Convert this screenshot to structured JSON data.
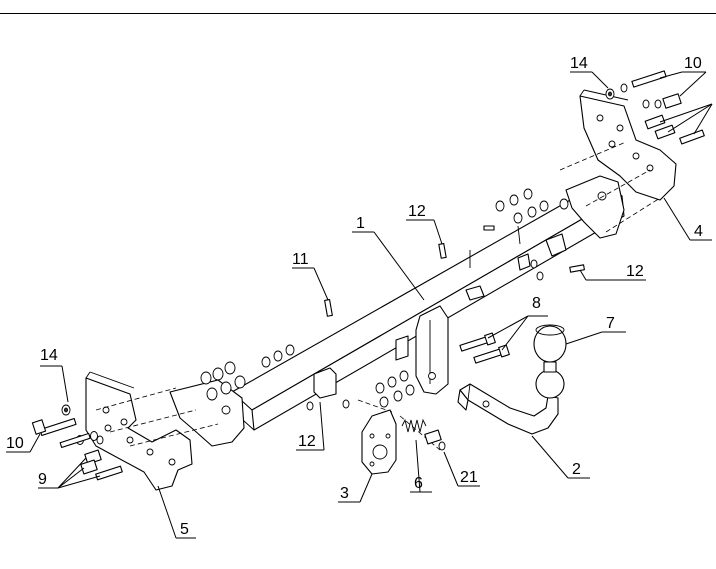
{
  "callouts": {
    "c1": "1",
    "c2": "2",
    "c3": "3",
    "c4": "4",
    "c5": "5",
    "c6": "6",
    "c7": "7",
    "c8": "8",
    "c9": "9",
    "c10_left": "10",
    "c10_right": "10",
    "c11": "11",
    "c12_top": "12",
    "c12_right": "12",
    "c12_bottom": "12",
    "c14_left": "14",
    "c14_right": "14",
    "c21": "21"
  },
  "colors": {
    "ink": "#000000",
    "background": "#ffffff"
  }
}
